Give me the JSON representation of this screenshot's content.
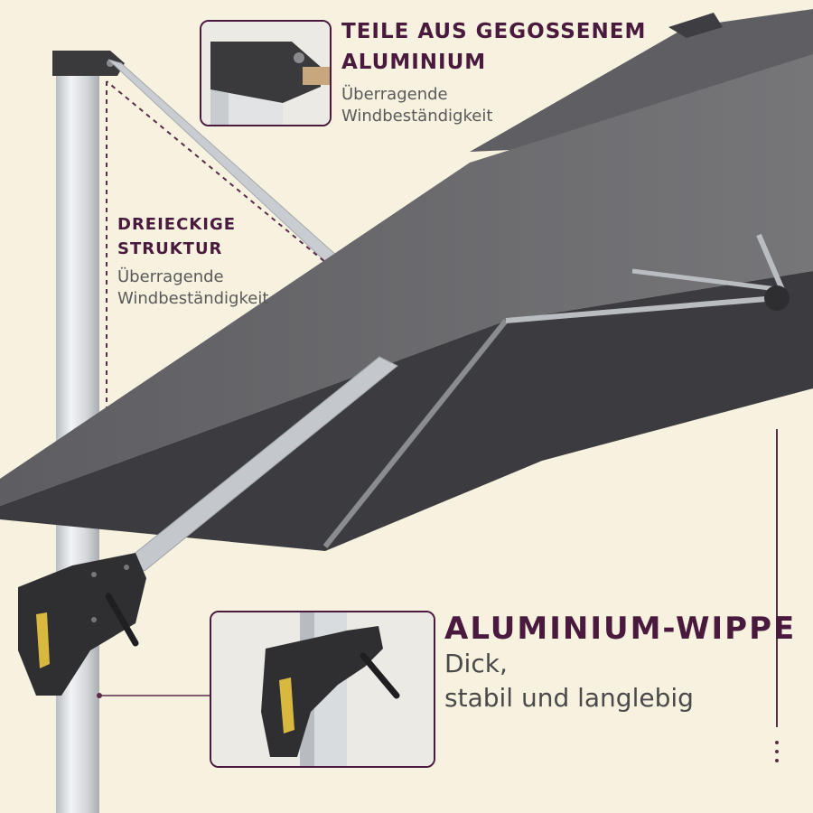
{
  "callouts": {
    "top": {
      "title_line1": "TEILE AUS GEGOSSENEM",
      "title_line2": "ALUMINIUM",
      "sub_line1": "Überragende",
      "sub_line2": "Windbeständigkeit"
    },
    "middle": {
      "title_line1": "DREIECKIGE",
      "title_line2": "STRUKTUR",
      "sub_line1": "Überragende",
      "sub_line2": "Windbeständigkeit"
    },
    "bottom": {
      "title": "ALUMINIUM-WIPPE",
      "sub_line1": "Dick,",
      "sub_line2": "stabil und langlebig"
    }
  },
  "colors": {
    "background": "#f7f1df",
    "accent": "#4a1a3e",
    "canopy": "#6b6b6e",
    "canopy_dark": "#3a3a3e",
    "pole": "#d9dcdf",
    "handle": "#2f2f32",
    "handle_accent": "#d9b840"
  }
}
